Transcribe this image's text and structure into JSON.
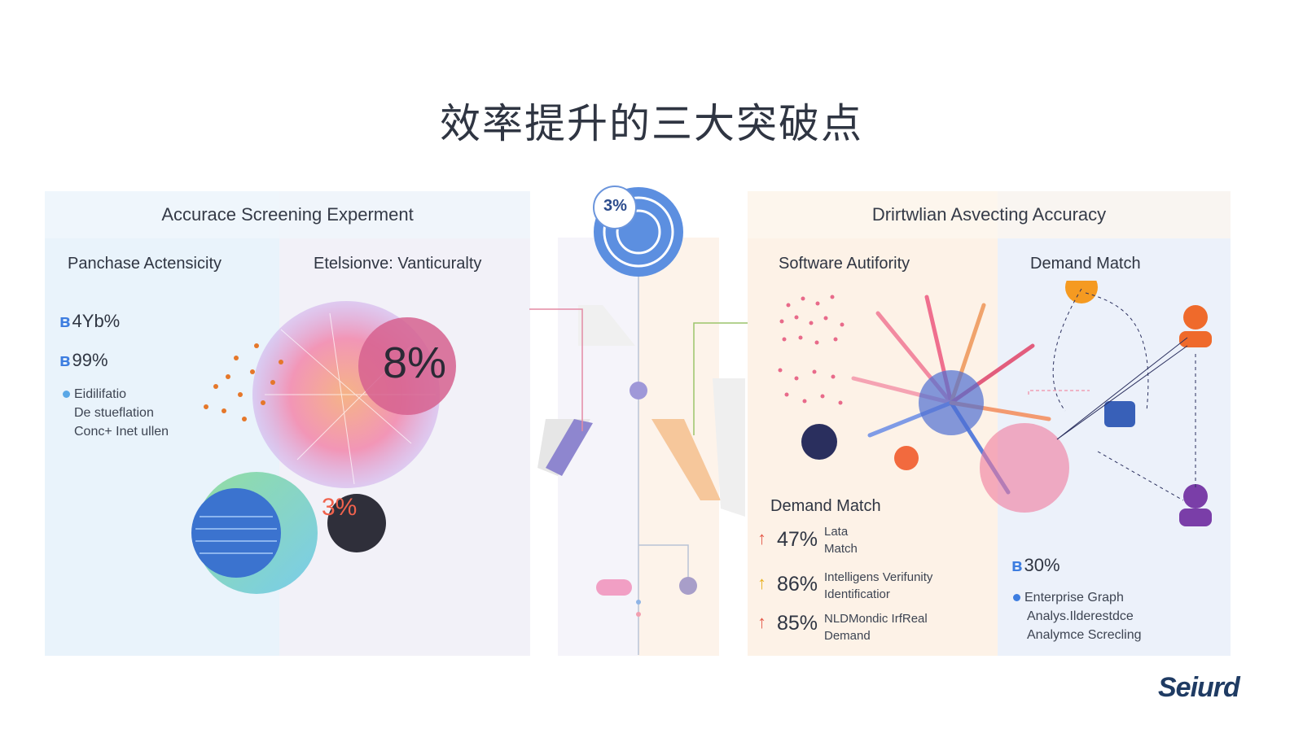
{
  "title": "效率提升的三大突破点",
  "left_panel": {
    "header": "Accurace Screening Experment",
    "col1_title": "Panchase Actensicity",
    "col2_title": "Etelsionve: Vanticuralty",
    "stat1": "4Yb%",
    "stat2": "99%",
    "note_lines": [
      "Eidilifatio",
      "De stueflation",
      "Conc+ Inet ullen"
    ],
    "bubble_big": "8%",
    "bubble_small": "3%"
  },
  "center": {
    "badge": "3%"
  },
  "right_panel": {
    "header": "Drirtwlian Asvecting Accuracy",
    "col1_title": "Software Autifority",
    "col2_title": "Demand Match",
    "section_title": "Demand Match",
    "metrics": [
      {
        "value": "47%",
        "label_lines": [
          "Lata",
          "Match"
        ]
      },
      {
        "value": "86%",
        "label_lines": [
          "Intelligens Verifunity",
          "Identificatior"
        ]
      },
      {
        "value": "85%",
        "label_lines": [
          "NLDMondic IrfReal",
          "Demand"
        ]
      }
    ],
    "stat": "30%",
    "note_lines": [
      "Enterprise Graph",
      "Analys.Ilderestdce",
      "Analymce Screcling"
    ]
  },
  "logo": "Seiurd",
  "colors": {
    "accent_blue": "#3d7de0",
    "left_bg": "#eaf3fb",
    "mid_bg": "#f1f0f8",
    "right_bg": "#fdf3e9",
    "right2_bg": "#edf2fb"
  }
}
